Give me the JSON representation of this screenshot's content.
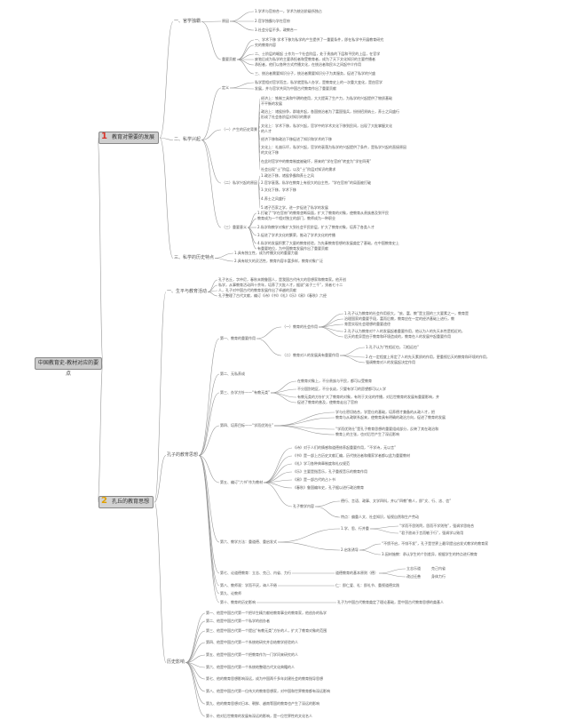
{
  "root": "中国教育史-教材对应的要点",
  "main1": {
    "num": "1",
    "label": "教育对需要的发展"
  },
  "main2": {
    "num": "2",
    "label": "孔丘的教育思想"
  },
  "sec1": {
    "title": "一、官学独霸",
    "yuanyin": "原因",
    "reasons": [
      "1.学术与官府合一，学术为统治阶级所独占",
      "2.官学独霸与学在官府",
      "3.社会分层不多，政教合一"
    ],
    "zhongyao": "重要贡献",
    "contrib": [
      "一、学术下移 学术下移为私学的产生提供了一重要条件，即在私学中开展教育研究",
      "究的教育内容",
      "二、士阶层的崛起 士作为一个社会阶层，处于贵族的下层和平民的上层，在官学",
      "废弛后成为私学的主要承担者和受教育者，成为了天下文化知识的主要传播者",
      "承担者，他们以各种方式传播文化，在统治者和民众之间起中介作用",
      "三、统治者需要知识分子，统治者需要知识分子为其服务，促进了私学的兴盛"
    ]
  },
  "sec2": {
    "title": "二、私学兴起",
    "dingyi": "定义",
    "def": [
      "私学是相对官学而言，私学就是私人办学，是教育史上的一次重大变化，是由官学",
      "发展，并与官学共同为中国古代教育作出了重要贡献"
    ],
    "beijing": "（一）产生的历史背景",
    "bg": [
      "经济上：铁制工具和牛耕的使用，大大提高了生产力，为私学的兴起提供了物质基础",
      "不平衡的发展",
      "政治上：诸侯纷争，群雄并起，各国统治者为了富国强兵，纷纷招贤纳士，养士之风盛行",
      "形成了社会各阶层对知识的需求",
      "文化上：学术下移，私学兴起，官学中的学术文化下移到民间，出现了大批掌握文化",
      "的人才",
      "经济下移和政治下移促进了知识和学术的下移",
      "文化上：礼崩乐坏，私学兴起，官学的衰落为私学的兴起提供了条件，是私学兴起的直接原因",
      "的文化下移",
      "在此时官学中的教育制度被破坏，原来的“学在官府”转变为“学在四夷”",
      "社会出现“士”阶层，以及“士”阶层对知识的需求"
    ],
    "xingqi": "（二）私学兴起的原因",
    "causes": [
      "1.政治下移，诸侯争霸和养士之风",
      "2.官学衰落，私学在教育上有很大的自主性，“学在官府”的局面被打破",
      "3.文化下移，学术下移",
      "4.养士之风盛行",
      "5.诸子百家之学，进一步促进了私学的发展"
    ],
    "yiyi": "（三）重要意义",
    "sig": [
      "1.打破了“学在官府”的教育垄断局面，扩大了教育的对象，使教育从贵族普及到平民",
      "教育成为一个相对独立的部门，教师成为一种职业",
      "2.私学和教学对象扩大到社会平民阶层，扩大了教育对象，培养了各类人才",
      "3.促进了学术文化的繁荣，推动了学术文化的传播",
      "4.私学的发展积累了大量的教育经验，为先秦教育思想的发展奠定了基础，在中国教育史上",
      "有重要地位，为中国教育发展作出了重要贡献"
    ]
  },
  "sec3": {
    "title": "三、私学的历史特点",
    "points": [
      "1.具有独立性，成为传播文化的重要力量",
      "2.具有较大的灵活性，教育内容丰富多样，教育对象广泛"
    ]
  },
  "k1": {
    "title": "一、生平与教育活动",
    "bio": [
      "孔子名丘，字仲尼，春秋末期鲁国人，是我国古代伟大的思想家和教育家。他开创",
      "私学，从事教育活动四十余年，培养了大批人才，据说“弟子三千”，贤者七十二",
      "人，孔子对中国古代的教育发展作出了卓越的贡献",
      "孔子整理了古代文献，编订《诗》《书》《礼》《乐》《易》《春秋》六经"
    ]
  },
  "k2": {
    "title": "孔子的教育思想",
    "d1": "第一、教育的重要作用",
    "d1a": "（一）教育的社会作用",
    "d1a_items": [
      "1.孔子认为教育的社会作用很大，“庶、富、教”是立国的三大要素之一，教育是",
      "治理国家的重要手段，富而后教，教育应在一定的经济基础上进行，教",
      "育是实现社会理想的重要途径",
      "2.孔子认为教育对个人的发展起着重要作用，他认为人的先天本性是相近的，",
      "后天的差异是由于教育和环境造成的，教育在人的发展中起重要作用"
    ],
    "d1b": "（二）教育对人的发展具有重要作用",
    "d1b_items": [
      "1.孔子认为“性相近也，习相远也”",
      "2.在一定程度上肯定了人的先天素质的作用，更重视后天的教育和环境的作用，",
      "强调教育对人的发展起决定作用"
    ],
    "d2": "第二、无私养成",
    "d3": "第三、办学方针——“有教无类”",
    "d3_items": [
      "在教育对象上，不分贵族与平民，都可以受教育",
      "不分国别地区，不分长幼，只要有学习的愿望都可以入学",
      "有教无类的方针扩大了教育的对象，有利于文化的传播，对后世教育的发展有重要影响，并",
      "促进了教育的普及，使教育走出了官府"
    ],
    "d4": "第四、培养目标——“学而优则仕”",
    "d4_items": [
      "学与仕密切结合，学是仕的基础，培养德才兼备的从政人才，把",
      "教育与从政联系起来，使教育具有明确的政治方向，促进了教育的发展",
      "“学而优则仕”是孔子教育思想的重要组成部分，反映了其在政治和",
      "教育上的主张，也对后世产生了深远影响"
    ],
    "d5": "第五、编订“六书”作为教材",
    "d5_items": [
      "《诗》对于人们的情感和道德修养起重要作用，“不学诗，无以言”",
      "《书》是一部上古历史文献汇编，历代统治者和儒家学者都以此为重要教材",
      "《礼》学习各种典章制度和礼仪规范",
      "《乐》主要是指音乐，孔子重视音乐的教育作用",
      "《易》是一部古代的占卜书",
      "《春秋》鲁国编年史，孔子据以进行政治教育"
    ],
    "d5b": "孔子教学内容",
    "d5b_items": [
      "德行、言语、政事、文学四科，并以“四教”教人，即“文、行、忠、信”",
      "特点：偏重人文、社会知识，轻视自然和生产劳动"
    ],
    "d6": "第六、教学方法：重道德、重启发式",
    "d6_items": [
      "1.学、思、行并重",
      "“学而不思则罔，思而不学则殆”，强调学思结合",
      "“君子欲讷于言而敏于行”，强调学以致用",
      "2.启发诱导",
      "“不愤不启，不悱不发”，孔子是世界上最早提出启发式教学的教育家",
      "3.因材施教：承认学生的个别差异，根据学生的特点进行教育"
    ],
    "d7": "第七、论道德教育：立志、克己、内省、力行",
    "d7a": "道德教育的基本原则（德）",
    "d7a_items": [
      "立志乐道",
      "克己内省",
      "改过迁善",
      "身体力行"
    ],
    "d8": "第八、教师观：学而不厌，诲人不倦",
    "d8_items": [
      "仁：即仁爱、礼：即礼节、重视道德实践"
    ],
    "d9": "第九、论教师",
    "d10": "第十、教育的历史影响",
    "d10_items": [
      "孔子为中国古代教育奠定了理论基础，是中国古代教育思想的奠基人"
    ]
  },
  "k3": {
    "title": "历史影响",
    "items": [
      "第一、他是中国古代第一个把毕生精力献给教育事业的教育家，他创办的私学",
      "第二、他是中国古代第一个私学的创办者",
      "第三、他是中国古代第一个提出“有教无类”方针的人，扩大了教育对象的范围",
      "第四、他是中国古代第一个系统地研究并总结教学经验的人",
      "第五、他是中国古代第一个把教育作为一门学问来研究的人",
      "第六、他是中国古代第一个系统地整理古代文化典籍的人",
      "第七、他的教育思想影响深远，成为中国两千多年封建社会的教育指导思想",
      "第八、他是中国古代第一位伟大的教育思想家，对中国和世界教育都有深远影响",
      "第九、他的教育思想对日本、朝鲜、越南等国的教育也产生了深远的影响",
      "第十、他对后世教育的发展有深远的影响，是一位世界性的文化名人"
    ]
  },
  "colors": {
    "line": "#999999",
    "accent1": "#d9342b",
    "accent2": "#e0a000",
    "root_bg": "#cccccc"
  }
}
